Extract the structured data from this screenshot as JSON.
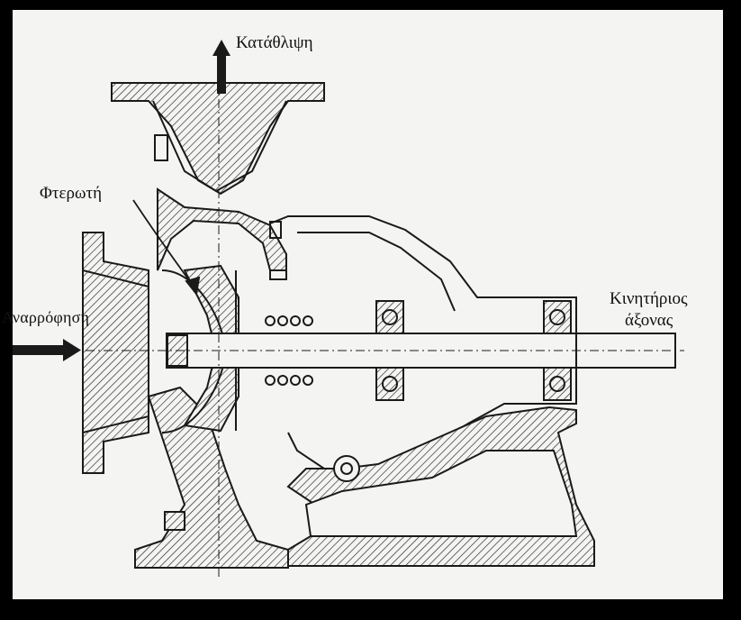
{
  "labels": {
    "discharge": "Κατάθλιψη",
    "impeller": "Φτερωτή",
    "suction": "Αναρρόφηση",
    "shaft_line1": "Κινητήριος",
    "shaft_line2": "άξονας"
  },
  "colors": {
    "background": "#000000",
    "paper": "#f4f4f2",
    "ink": "#1a1a1a"
  },
  "icons": [
    "arrow-up-icon",
    "arrow-right-icon"
  ]
}
